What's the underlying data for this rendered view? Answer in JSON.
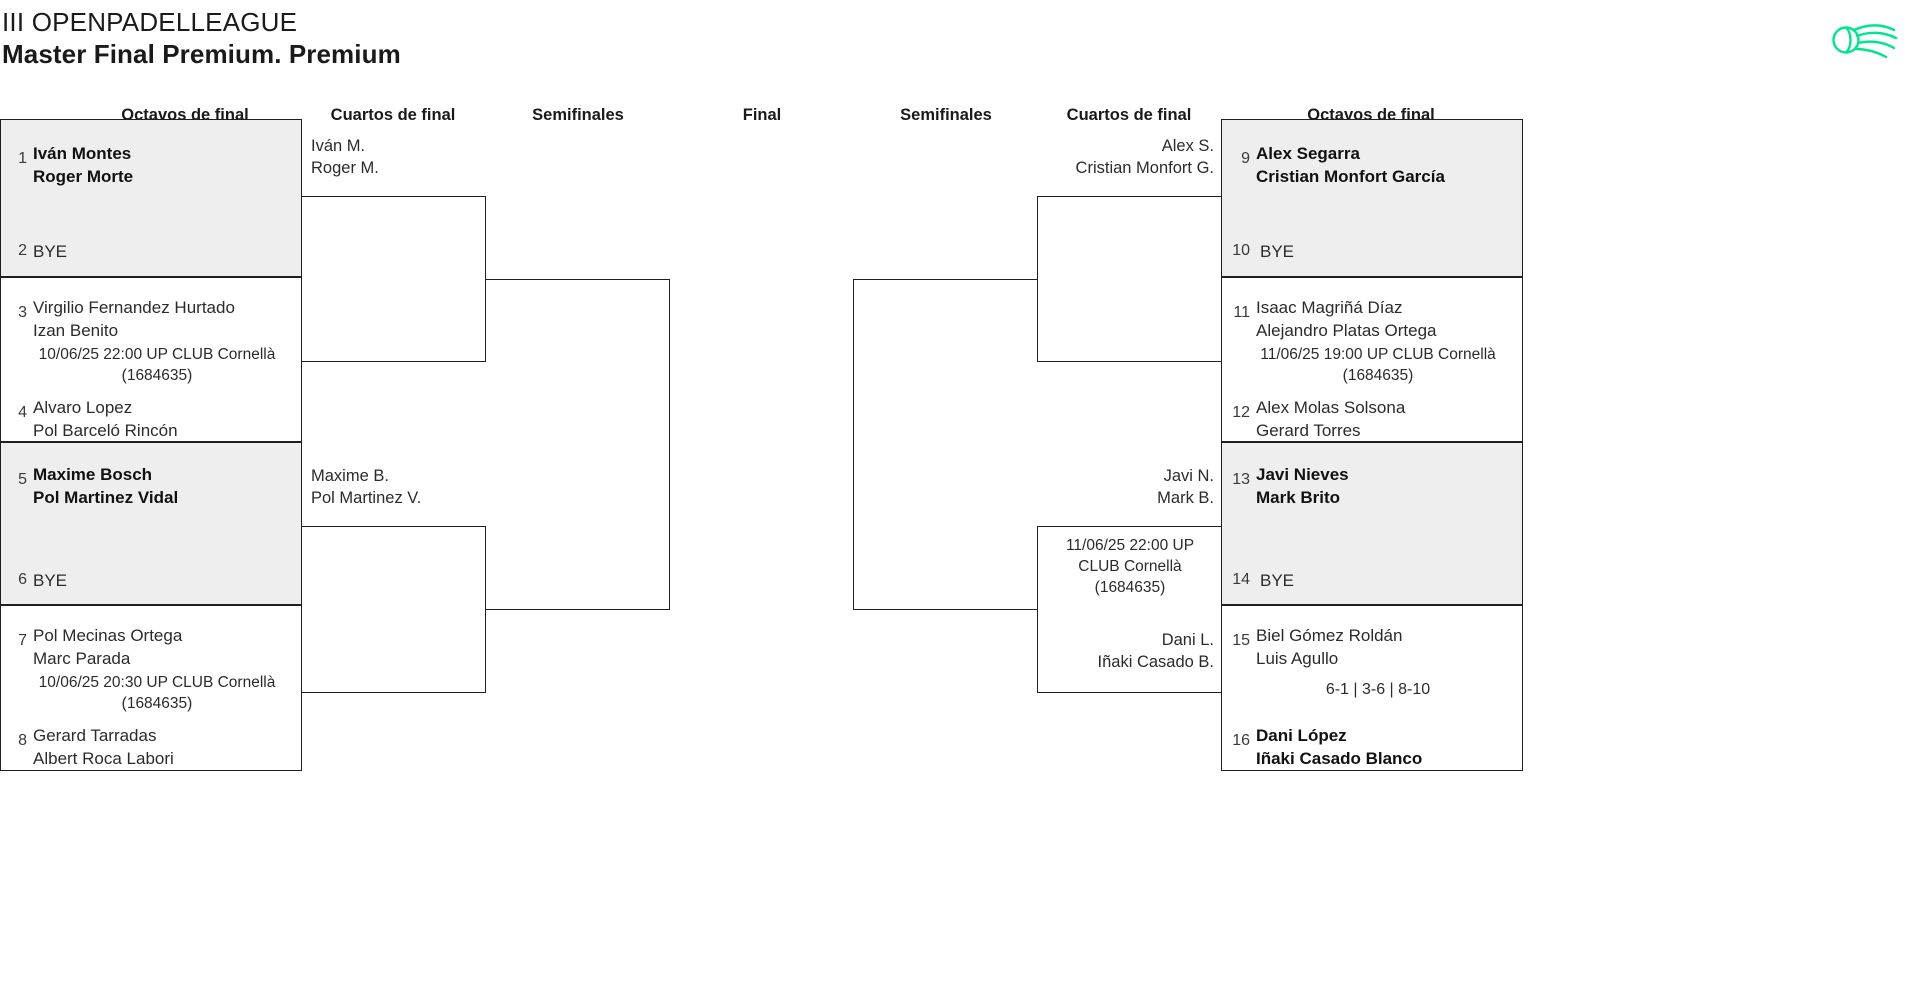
{
  "header": {
    "title_line1": "III OPENPADELLEAGUE",
    "title_line2": "Master Final Premium. Premium",
    "logo_name": "padel-ball-logo",
    "logo_color": "#00e58f"
  },
  "rounds": {
    "left": [
      {
        "label": "Octavos de final"
      },
      {
        "label": "Cuartos de final"
      },
      {
        "label": "Semifinales"
      }
    ],
    "final": {
      "label": "Final"
    },
    "right": [
      {
        "label": "Semifinales"
      },
      {
        "label": "Cuartos de final"
      },
      {
        "label": "Octavos de final"
      }
    ]
  },
  "left_bracket": {
    "r16": [
      {
        "top": {
          "seed": "1",
          "names": [
            "Iván Montes",
            "Roger Morte"
          ],
          "winner": true
        },
        "bottom": {
          "seed": "2",
          "bye": "BYE"
        },
        "meta": [],
        "score": "",
        "shaded": true
      },
      {
        "top": {
          "seed": "3",
          "names": [
            "Virgilio Fernandez Hurtado",
            "Izan Benito"
          ],
          "winner": false
        },
        "bottom": {
          "seed": "4",
          "names": [
            "Alvaro Lopez",
            "Pol Barceló Rincón"
          ],
          "winner": false
        },
        "meta": [
          "10/06/25 22:00 UP CLUB Cornellà",
          "(1684635)"
        ],
        "score": "",
        "shaded": false
      },
      {
        "top": {
          "seed": "5",
          "names": [
            "Maxime Bosch",
            "Pol Martinez Vidal"
          ],
          "winner": true
        },
        "bottom": {
          "seed": "6",
          "bye": "BYE"
        },
        "meta": [],
        "score": "",
        "shaded": true
      },
      {
        "top": {
          "seed": "7",
          "names": [
            "Pol Mecinas Ortega",
            "Marc Parada"
          ],
          "winner": false
        },
        "bottom": {
          "seed": "8",
          "names": [
            "Gerard Tarradas",
            "Albert Roca Labori"
          ],
          "winner": false
        },
        "meta": [
          "10/06/25 20:30 UP CLUB Cornellà",
          "(1684635)"
        ],
        "score": "",
        "shaded": false
      }
    ],
    "quarters": [
      {
        "names": [
          "Iván M.",
          "Roger M."
        ],
        "meta": [],
        "winner": false
      },
      {
        "names": [
          "Maxime B.",
          "Pol Martinez V."
        ],
        "meta": [],
        "winner": false
      }
    ],
    "semis": [
      {
        "names": [],
        "meta": [],
        "winner": false
      }
    ]
  },
  "right_bracket": {
    "r16": [
      {
        "top": {
          "seed": "9",
          "names": [
            "Alex Segarra",
            "Cristian Monfort García"
          ],
          "winner": true
        },
        "bottom": {
          "seed": "10",
          "bye": "BYE"
        },
        "meta": [],
        "score": "",
        "shaded": true
      },
      {
        "top": {
          "seed": "11",
          "names": [
            "Isaac Magriñá Díaz",
            "Alejandro Platas Ortega"
          ],
          "winner": false
        },
        "bottom": {
          "seed": "12",
          "names": [
            "Alex Molas Solsona",
            "Gerard Torres"
          ],
          "winner": false
        },
        "meta": [
          "11/06/25 19:00 UP CLUB Cornellà",
          "(1684635)"
        ],
        "score": "",
        "shaded": false
      },
      {
        "top": {
          "seed": "13",
          "names": [
            "Javi Nieves",
            "Mark Brito"
          ],
          "winner": true
        },
        "bottom": {
          "seed": "14",
          "bye": "BYE"
        },
        "meta": [],
        "score": "",
        "shaded": true
      },
      {
        "top": {
          "seed": "15",
          "names": [
            "Biel Gómez Roldán",
            "Luis Agullo"
          ],
          "winner": false
        },
        "bottom": {
          "seed": "16",
          "names": [
            "Dani López",
            "Iñaki Casado Blanco"
          ],
          "winner": true
        },
        "meta": [],
        "score": "6-1 | 3-6 | 8-10",
        "shaded": false
      }
    ],
    "quarters": [
      {
        "names": [
          "Alex S.",
          "Cristian Monfort G."
        ],
        "meta": [],
        "winner": false
      },
      {
        "names_top": [
          "Javi N.",
          "Mark B."
        ],
        "names_bottom": [
          "Dani L.",
          "Iñaki Casado B."
        ],
        "meta": [
          "11/06/25 22:00 UP",
          "CLUB Cornellà",
          "(1684635)"
        ],
        "winner": false
      }
    ],
    "semis": [
      {
        "names": [],
        "meta": [],
        "winner": false
      }
    ]
  }
}
